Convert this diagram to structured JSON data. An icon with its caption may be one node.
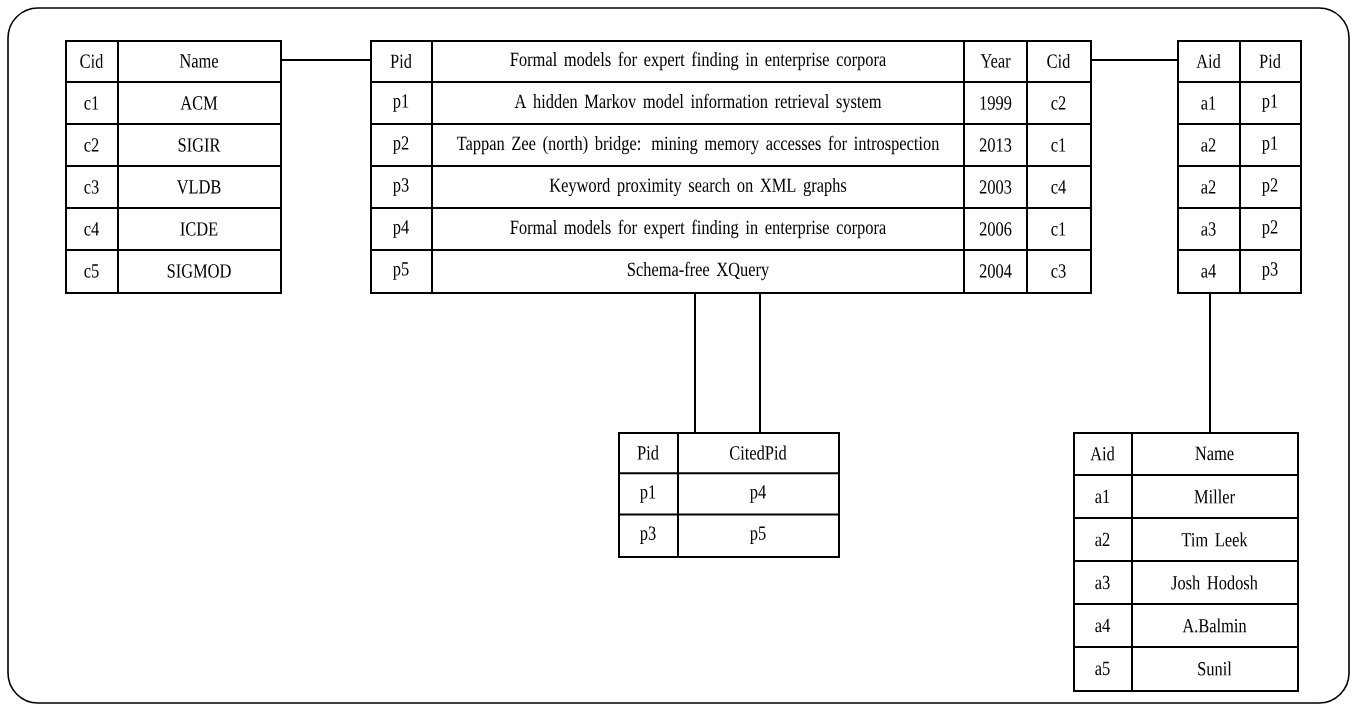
{
  "diagram": {
    "nodes": [
      {
        "text": [
          "Cid",
          "Name",
          "c1",
          "ACM",
          "c2",
          "SIGIR",
          "c3",
          "VLDB",
          "c4",
          "ICDE",
          "c5",
          "SIGMOD"
        ]
      },
      {
        "text": [
          "Pid",
          "Formal models for expert finding in enterprise corpora",
          "Year",
          "Cid",
          "p1",
          "A hidden Markov model information retrieval system",
          "1999",
          "c2",
          "p2",
          "Tappan Zee (north) bridge: mining memory accesses for introspection",
          "2013",
          "c1",
          "p3",
          "Keyword proximity search on XML graphs",
          "2003",
          "c4",
          "p4",
          "Formal models for expert finding in enterprise corpora",
          "2006",
          "c1",
          "p5",
          "Schema-free XQuery",
          "2004",
          "c3"
        ]
      },
      {
        "text": [
          "Aid",
          "Pid",
          "a1",
          "p1",
          "a2",
          "p1",
          "a2",
          "p2",
          "a3",
          "p2",
          "a4",
          "p3"
        ]
      },
      {
        "text": [
          "Pid",
          "CitedPid",
          "p1",
          "p4",
          "p3",
          "p5"
        ]
      },
      {
        "text": [
          "Aid",
          "Name",
          "a1",
          "Miller",
          "a2",
          "Tim Leek",
          "a3",
          "Josh Hodosh",
          "a4",
          "A.Balmin",
          "a5",
          "Sunil"
        ]
      }
    ],
    "edges": [
      {
        "from": 0,
        "to": 1,
        "arrow": "none"
      },
      {
        "from": 1,
        "to": 2,
        "arrow": "none"
      },
      {
        "from": 1,
        "to": 3,
        "arrow": "none"
      },
      {
        "from": 1,
        "to": 3,
        "arrow": "none"
      },
      {
        "from": 2,
        "to": 4,
        "arrow": "none"
      }
    ]
  }
}
